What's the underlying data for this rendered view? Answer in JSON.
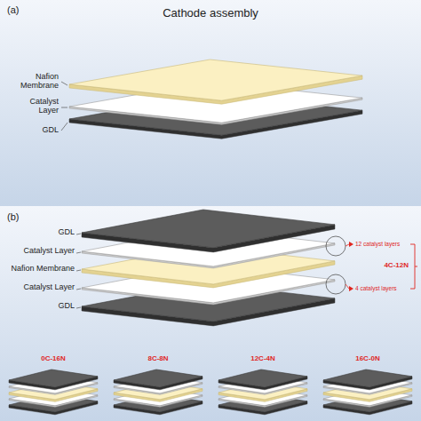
{
  "diagram": {
    "title": "Cathode assembly",
    "labels": [
      "(a)",
      "Nafion Membrane",
      "Catalyst Layer",
      "GDL",
      "(b)",
      "GDL",
      "Catalyst Layer",
      "Nafion Membrane",
      "Catalyst Layer",
      "GDL",
      "12 catalyst layers",
      "4 catalyst layers",
      "4C-12N",
      "0C-16N",
      "8C-8N",
      "12C-4N",
      "16C-0N"
    ]
  }
}
